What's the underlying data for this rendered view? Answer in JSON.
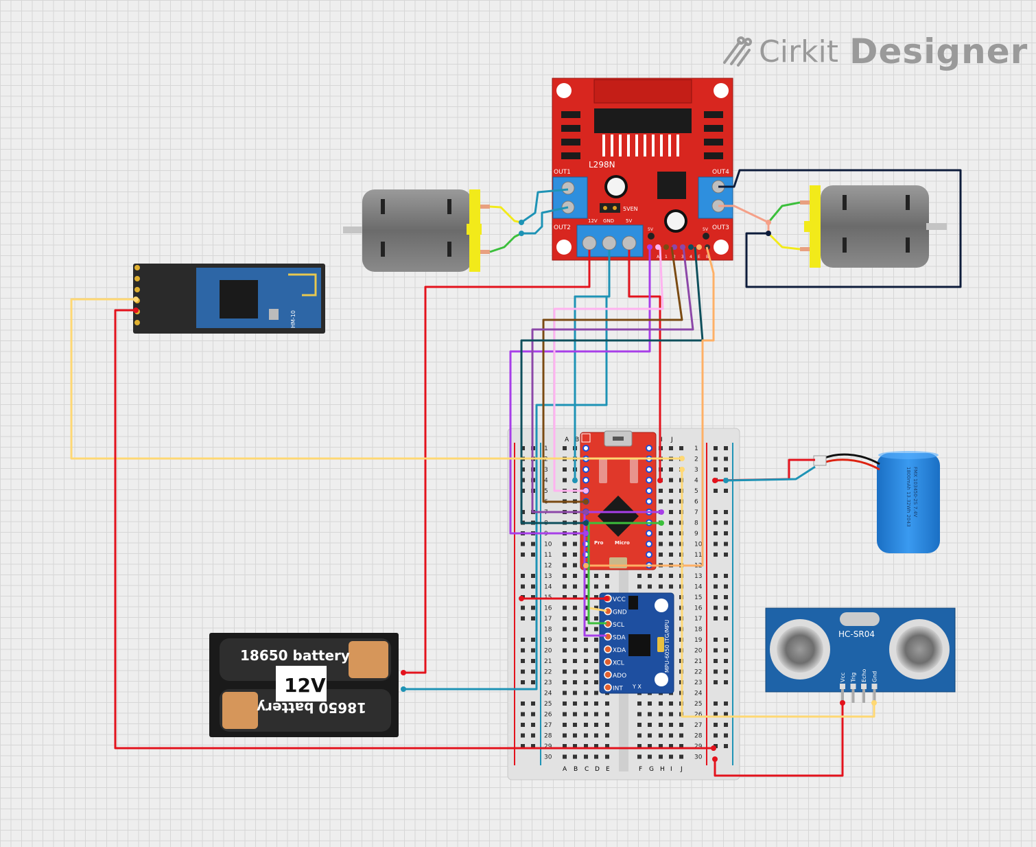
{
  "watermark": {
    "brand_first": "Cirkit",
    "brand_second": "Designer",
    "icon": "cirkit-logo-icon"
  },
  "motor_driver": {
    "chip_label": "L298N",
    "out1": "OUT1",
    "out2": "OUT2",
    "out3": "OUT3",
    "out4": "OUT4",
    "power_labels": [
      "12V",
      "GND",
      "5V"
    ],
    "jumper_label": "5VEN",
    "logic_5v_left": "5V",
    "logic_5v_right": "5V",
    "enable_pins": [
      "E",
      "A",
      "1",
      "2",
      "3",
      "4",
      "E",
      "B"
    ]
  },
  "bluetooth": {
    "text": "HM-10"
  },
  "battery_pack": {
    "cell_top": "18650 battery",
    "cell_bottom": "18650 battery",
    "voltage": "12V"
  },
  "lipo": {
    "line1": "FMX 103450-2S 7.4V",
    "line2": "1800mAh 13.32Wh 2043"
  },
  "breadboard": {
    "columns_left": [
      "A",
      "B",
      "C",
      "D",
      "E"
    ],
    "columns_right": [
      "F",
      "G",
      "H",
      "I",
      "J"
    ],
    "rows": [
      "1",
      "2",
      "3",
      "4",
      "5",
      "6",
      "7",
      "8",
      "9",
      "10",
      "11",
      "12",
      "13",
      "14",
      "15",
      "16",
      "17",
      "18",
      "19",
      "20",
      "21",
      "22",
      "23",
      "24",
      "25",
      "26",
      "27",
      "28",
      "29",
      "30"
    ]
  },
  "pro_micro": {
    "label_left": "Pro",
    "label_right": "Micro"
  },
  "imu": {
    "pins": [
      "VCC",
      "GND",
      "SCL",
      "SDA",
      "XDA",
      "XCL",
      "ADO",
      "INT"
    ],
    "title": "MPU-6050 ITG/MPU",
    "axis_label": "Y X"
  },
  "ultrasonic": {
    "title": "HC-SR04",
    "pins": [
      "Vcc",
      "Trig",
      "Echo",
      "Gnd"
    ]
  },
  "colors": {
    "wire_red": "#e3121c",
    "wire_teal": "#1e93b5",
    "wire_yellow": "#ffd873",
    "wire_pink": "#ffb3f0",
    "wire_brown": "#7a4a12",
    "wire_purple": "#8c47a8",
    "wire_violet": "#a73ee8",
    "wire_darkteal": "#0e4f5c",
    "wire_orange": "#ffb066",
    "wire_navy": "#0d1c3b",
    "wire_green": "#3bbf3b",
    "wire_salmon": "#f5a088",
    "board_red": "#d8261f",
    "terminal_blue": "#2e8fde",
    "motor_yellow": "#f2ea1a"
  }
}
